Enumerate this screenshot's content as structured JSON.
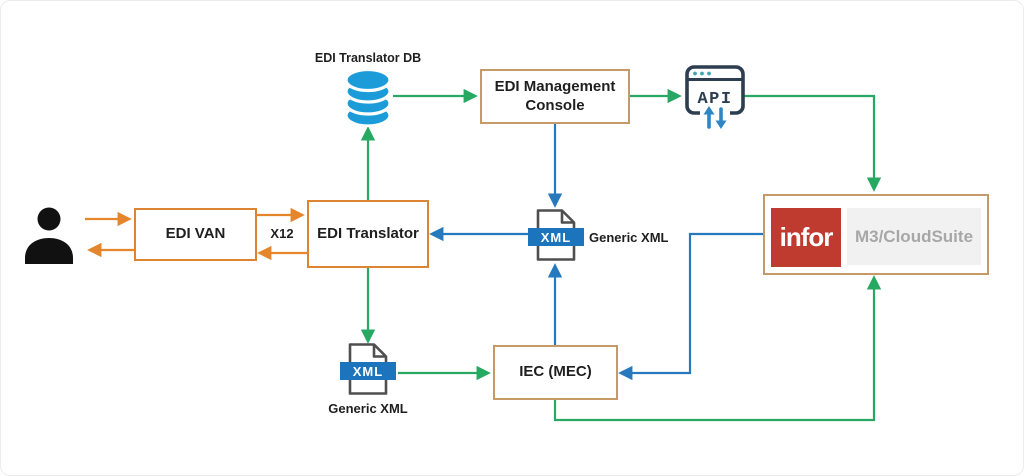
{
  "diagram": {
    "type": "integration-flow-diagram",
    "colors": {
      "arrow_orange": "#e5862d",
      "arrow_green": "#27a863",
      "arrow_blue": "#2779be",
      "box_border_orange": "#dc8432",
      "box_border_tan": "#c49a69",
      "db_icon_blue": "#1b9cd8",
      "xml_banner_blue": "#1c75bc",
      "api_icon_navy": "#2c3e50",
      "infor_red": "#bf3b2f",
      "product_panel_gray": "#f1f1f1",
      "product_text_gray": "#a7a7a7"
    }
  },
  "nodes": {
    "user": {
      "icon": "person-icon"
    },
    "edi_van": {
      "label": "EDI VAN"
    },
    "edi_translator": {
      "label": "EDI Translator"
    },
    "edi_translator_db": {
      "label": "EDI Translator DB",
      "icon": "database-icon"
    },
    "edi_management_console": {
      "label": "EDI Management Console"
    },
    "api": {
      "label": "API",
      "icon": "api-browser-icon"
    },
    "generic_xml_middle": {
      "badge": "XML",
      "label": "Generic XML"
    },
    "infor_m3": {
      "logo_text": "infor",
      "product_label": "M3/CloudSuite"
    },
    "iec_mec": {
      "label": "IEC (MEC)"
    },
    "generic_xml_bottom": {
      "badge": "XML",
      "label": "Generic XML"
    }
  },
  "edge_labels": {
    "x12": "X12"
  },
  "edges": [
    {
      "from": "user",
      "to": "edi_van",
      "color": "orange"
    },
    {
      "from": "edi_van",
      "to": "user",
      "color": "orange"
    },
    {
      "from": "edi_van",
      "to": "edi_translator",
      "color": "orange",
      "label": "X12"
    },
    {
      "from": "edi_translator",
      "to": "edi_van",
      "color": "orange",
      "label": "X12"
    },
    {
      "from": "edi_translator",
      "to": "edi_translator_db",
      "color": "green"
    },
    {
      "from": "edi_translator_db",
      "to": "edi_management_console",
      "color": "green"
    },
    {
      "from": "edi_management_console",
      "to": "api",
      "color": "green"
    },
    {
      "from": "api",
      "to": "infor_m3",
      "color": "green"
    },
    {
      "from": "edi_management_console",
      "to": "generic_xml_middle",
      "color": "blue"
    },
    {
      "from": "generic_xml_middle",
      "to": "edi_translator",
      "color": "blue"
    },
    {
      "from": "iec_mec",
      "to": "generic_xml_middle",
      "color": "blue"
    },
    {
      "from": "infor_m3",
      "to": "iec_mec",
      "color": "blue"
    },
    {
      "from": "edi_translator",
      "to": "generic_xml_bottom",
      "color": "green"
    },
    {
      "from": "generic_xml_bottom",
      "to": "iec_mec",
      "color": "green"
    },
    {
      "from": "iec_mec",
      "to": "infor_m3",
      "color": "green"
    }
  ]
}
